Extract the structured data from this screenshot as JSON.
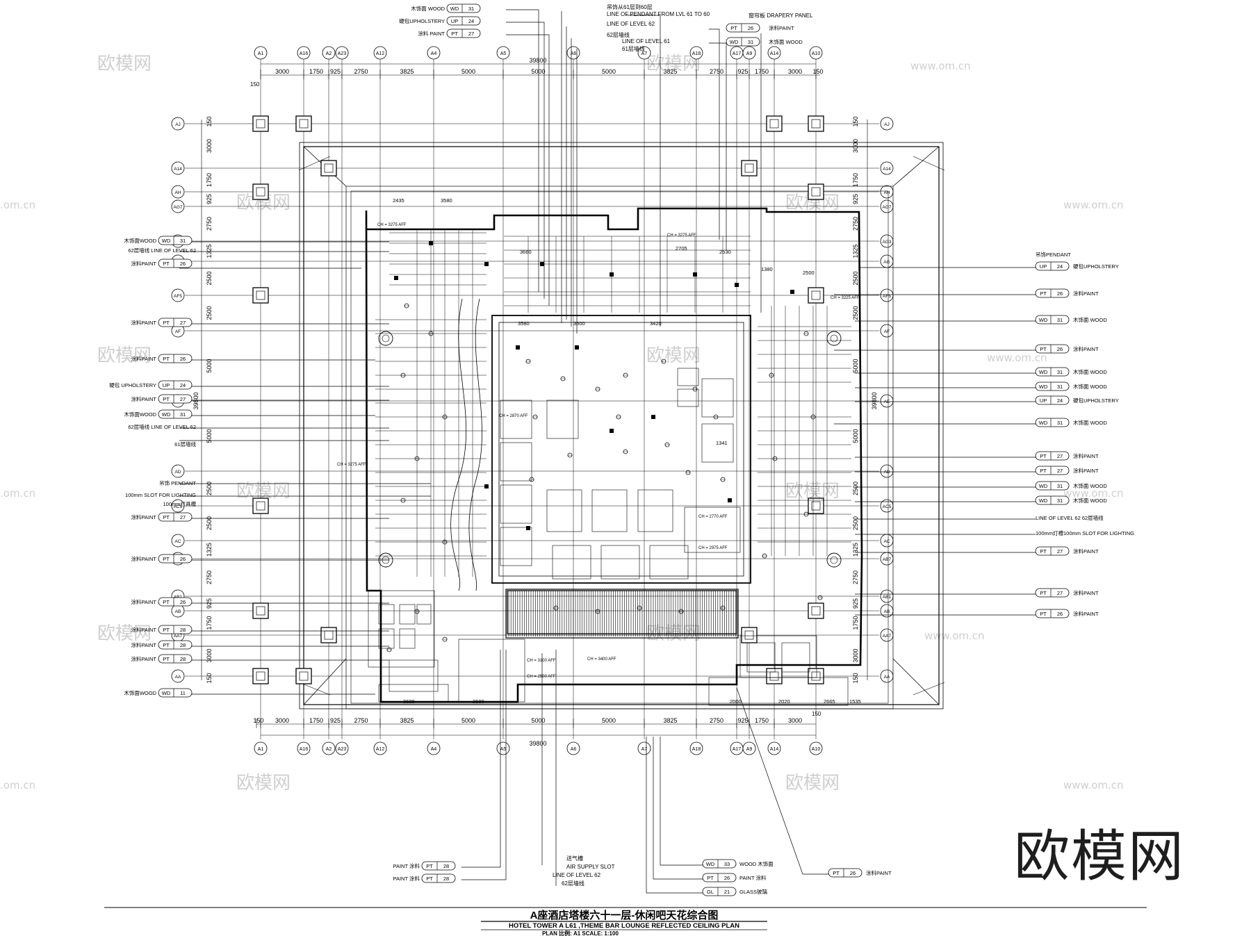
{
  "drawing": {
    "title_cn": "A座酒店塔楼六十一层-休闲吧天花综合图",
    "title_en": "HOTEL TOWER A L61 ,THEME BAR LOUNGE REFLECTED CEILING PLAN",
    "scale": "PLAN 比例: A1 SCALE: 1:100"
  },
  "grid": {
    "columns": [
      "A1",
      "A16",
      "A2",
      "A23",
      "A12",
      "A4",
      "A5",
      "A6",
      "A7",
      "A18",
      "A17",
      "A9",
      "A14",
      "A10"
    ],
    "rows": [
      "AJ",
      "A14",
      "AH",
      "AG7",
      "AG3",
      "AG",
      "AF5",
      "AF",
      "AE",
      "AD",
      "AC5",
      "AC",
      "AB7",
      "AB1",
      "AB",
      "AA7",
      "AA"
    ],
    "top_dims": [
      "3000",
      "1750",
      "925",
      "2750",
      "3825",
      "5000",
      "5000",
      "5000",
      "3825",
      "2750",
      "925",
      "1750",
      "3000",
      "150"
    ],
    "bottom_dims": [
      "150",
      "3000",
      "1750",
      "925",
      "2750",
      "3825",
      "5000",
      "5000",
      "5000",
      "3825",
      "2750",
      "925",
      "1750",
      "3000"
    ],
    "side_dims": [
      "150",
      "3000",
      "1750",
      "925",
      "2750",
      "1325",
      "2500",
      "2500",
      "5000",
      "5000",
      "2500",
      "2500",
      "1325",
      "2750",
      "925",
      "1750",
      "3000",
      "150"
    ],
    "total": "39800",
    "edge_dim": "150"
  },
  "callouts_top": [
    {
      "text": "木饰面 WOOD",
      "code": "WD",
      "num": "31"
    },
    {
      "text": "硬包UPHOLSTERY",
      "code": "UP",
      "num": "24"
    },
    {
      "text": "涂料 PAINT",
      "code": "PT",
      "num": "27"
    }
  ],
  "notes_top": [
    "吊饰从61层到60层",
    "LINE OF PENDANT FROM LVL 61 TO 60",
    "LINE OF LEVEL 62",
    "62层墙线",
    "LINE OF LEVEL 61",
    "61层墙线",
    "窗帘板 DRAPERY PANEL"
  ],
  "callouts_top_right": [
    {
      "code": "PT",
      "num": "26",
      "text": "涂料PAINT"
    },
    {
      "code": "WD",
      "num": "31",
      "text": "木饰面 WOOD"
    }
  ],
  "callouts_left": [
    {
      "text": "木饰面WOOD",
      "code": "WD",
      "num": "31"
    },
    {
      "text": "62层墙线 LINE OF LEVEL 62"
    },
    {
      "text": "涂料PAINT",
      "code": "PT",
      "num": "26"
    },
    {
      "text": "涂料PAINT",
      "code": "PT",
      "num": "27"
    },
    {
      "text": "涂料PAINT",
      "code": "PT",
      "num": "26"
    },
    {
      "text": "硬包 UPHOLSTERY",
      "code": "UP",
      "num": "24"
    },
    {
      "text": "涂料PAINT",
      "code": "PT",
      "num": "27"
    },
    {
      "text": "木饰面WOOD",
      "code": "WD",
      "num": "31"
    },
    {
      "text": "62层墙线 LINE OF LEVEL 62"
    },
    {
      "text": "61层墙线"
    },
    {
      "text": "吊饰 PENDANT"
    },
    {
      "text": "100mm SLOT FOR LIGHTING"
    },
    {
      "text": "100mm灯具槽"
    },
    {
      "text": "涂料PAINT",
      "code": "PT",
      "num": "27"
    },
    {
      "text": "涂料PAINT",
      "code": "PT",
      "num": "26"
    },
    {
      "text": "涂料PAINT",
      "code": "PT",
      "num": "26"
    },
    {
      "text": "涂料PAINT",
      "code": "PT",
      "num": "28"
    },
    {
      "text": "涂料PAINT",
      "code": "PT",
      "num": "28"
    },
    {
      "text": "涂料PAINT",
      "code": "PT",
      "num": "28"
    },
    {
      "text": "木饰面WOOD",
      "code": "WD",
      "num": "11"
    }
  ],
  "callouts_right": [
    {
      "text": "吊饰PENDANT"
    },
    {
      "code": "UP",
      "num": "24",
      "text": "硬包UPHOLSTERY"
    },
    {
      "code": "PT",
      "num": "26",
      "text": "涂料PAINT"
    },
    {
      "code": "WD",
      "num": "31",
      "text": "木饰面 WOOD"
    },
    {
      "code": "PT",
      "num": "26",
      "text": "涂料PAINT"
    },
    {
      "code": "WD",
      "num": "31",
      "text": "木饰面 WOOD"
    },
    {
      "code": "WD",
      "num": "31",
      "text": "木饰面 WOOD"
    },
    {
      "code": "UP",
      "num": "24",
      "text": "硬包UPHOLSTERY"
    },
    {
      "code": "WD",
      "num": "31",
      "text": "木饰面 WOOD"
    },
    {
      "code": "PT",
      "num": "27",
      "text": "涂料PAINT"
    },
    {
      "code": "PT",
      "num": "27",
      "text": "涂料PAINT"
    },
    {
      "code": "WD",
      "num": "31",
      "text": "木饰面 WOOD"
    },
    {
      "code": "WD",
      "num": "31",
      "text": "木饰面 WOOD"
    },
    {
      "text": "LINE OF LEVEL 62 62层墙线"
    },
    {
      "text": "100mm灯槽100mm SLOT FOR LIGHTING"
    },
    {
      "code": "PT",
      "num": "27",
      "text": "涂料PAINT"
    },
    {
      "code": "PT",
      "num": "27",
      "text": "涂料PAINT"
    },
    {
      "code": "PT",
      "num": "26",
      "text": "涂料PAINT"
    }
  ],
  "callouts_bottom_left": [
    {
      "text": "PAINT 涂料",
      "code": "PT",
      "num": "28"
    },
    {
      "text": "PAINT 涂料",
      "code": "PT",
      "num": "28"
    }
  ],
  "notes_bottom": [
    "送气槽",
    "AIR SUPPLY SLOT",
    "LINE OF LEVEL 62",
    "62层墙线"
  ],
  "callouts_bottom_right": [
    {
      "code": "WD",
      "num": "33",
      "text": "WOOD 木饰面"
    },
    {
      "code": "PT",
      "num": "26",
      "text": "PAINT 涂料"
    },
    {
      "code": "GL",
      "num": "21",
      "text": "GLASS玻璃"
    }
  ],
  "callout_bottom_far": {
    "code": "PT",
    "num": "26",
    "text": "涂料PAINT"
  },
  "plan_dims": [
    "2435",
    "3580",
    "3580",
    "3600",
    "3420",
    "3660",
    "2705",
    "2530",
    "1380",
    "2500",
    "1341",
    "3600",
    "3600",
    "2000",
    "2020",
    "2665",
    "1535"
  ],
  "ceiling_heights": [
    "CH = 3275 AFF",
    "CH = 2870 AFF",
    "CH = 3275 AFF",
    "CH = 2770 AFF",
    "CH = 2975 AFF",
    "CH = 3400 AFF",
    "CH = 3100 AFF",
    "CH = 2500 AFF",
    "CH = 3275 AFF",
    "CH = 3225 AFF"
  ],
  "watermark": {
    "cn": "欧模网",
    "url": "www.om.cn",
    "edge": ".om.cn"
  },
  "brand": "欧模网"
}
